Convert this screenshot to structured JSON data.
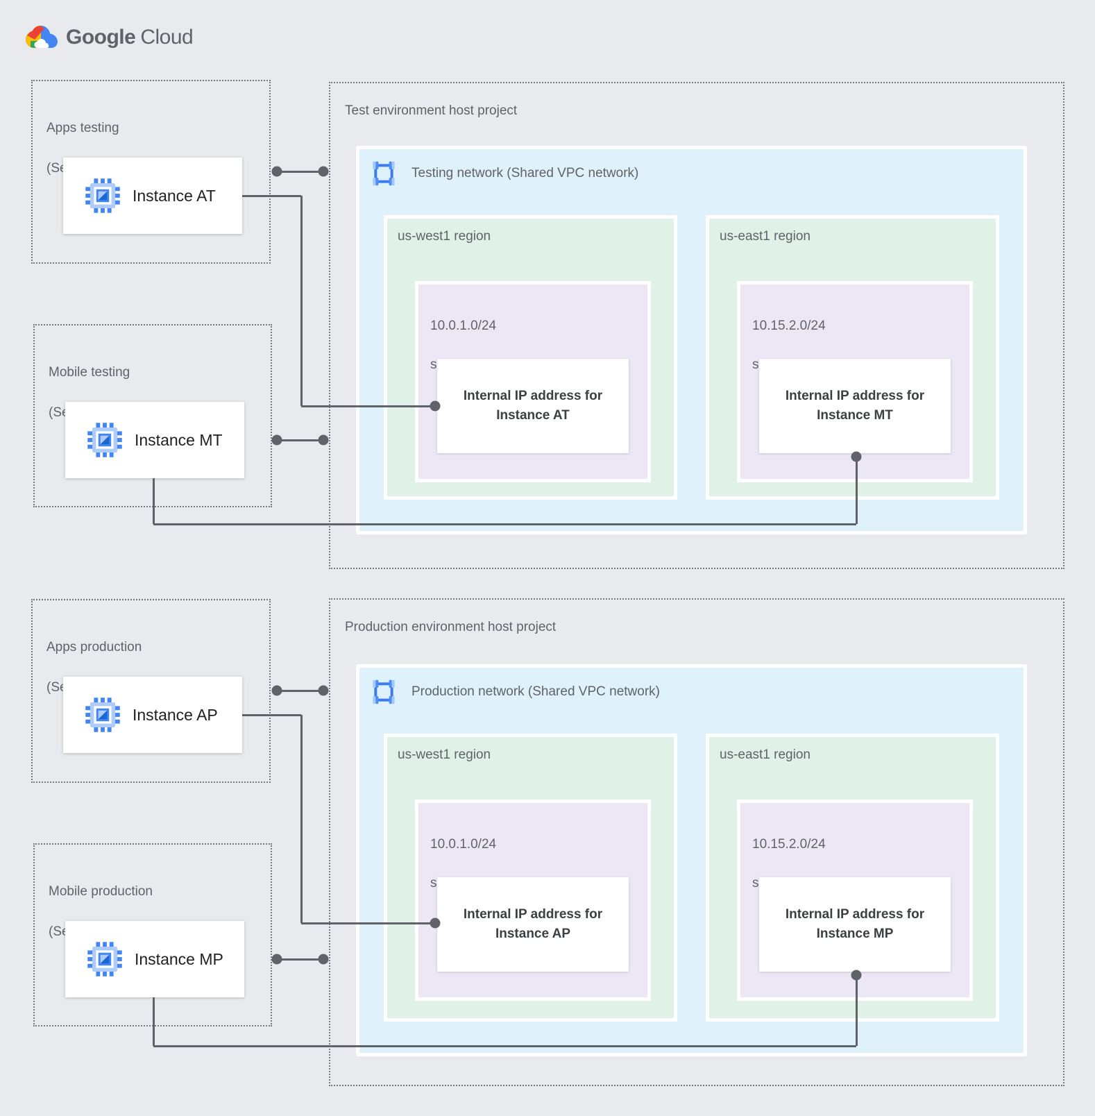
{
  "logo": {
    "brand": "Google",
    "product": "Cloud"
  },
  "colors": {
    "page_bg": "#E8EAED",
    "network_fill": "#DFF1FB",
    "region_fill": "#E0F1E8",
    "subnet_fill": "#EDE7F5",
    "connector": "#5F6368",
    "dashed_border": "#75797E",
    "label_text": "#5F6368",
    "card_title_text": "#3C4043",
    "instance_text": "#202124",
    "icon_blue": "#4285F4",
    "icon_blue_light": "#AECBFA",
    "icon_blue_dark": "#1967D2"
  },
  "sections": {
    "test": {
      "apps_project": {
        "line1": "Apps testing",
        "line2": "(Service project)",
        "instance_label": "Instance AT"
      },
      "mobile_project": {
        "line1": "Mobile testing",
        "line2": "(Service project)",
        "instance_label": "Instance MT"
      },
      "host_title": "Test environment host project",
      "network_label": "Testing network (Shared VPC network)",
      "regions": {
        "west": {
          "label": "us-west1 region",
          "cidr": "10.0.1.0/24",
          "subnet_word": "subnet",
          "ip_line1": "Internal IP address for",
          "ip_line2": "Instance AT"
        },
        "east": {
          "label": "us-east1 region",
          "cidr": "10.15.2.0/24",
          "subnet_word": "subnet",
          "ip_line1": "Internal IP address for",
          "ip_line2": "Instance MT"
        }
      }
    },
    "prod": {
      "apps_project": {
        "line1": "Apps production",
        "line2": "(Service project)",
        "instance_label": "Instance AP"
      },
      "mobile_project": {
        "line1": "Mobile production",
        "line2": "(Service project)",
        "instance_label": "Instance MP"
      },
      "host_title": "Production environment host project",
      "network_label": "Production network (Shared VPC network)",
      "regions": {
        "west": {
          "label": "us-west1 region",
          "cidr": "10.0.1.0/24",
          "subnet_word": "subnet",
          "ip_line1": "Internal IP address for",
          "ip_line2": "Instance AP"
        },
        "east": {
          "label": "us-east1 region",
          "cidr": "10.15.2.0/24",
          "subnet_word": "subnet",
          "ip_line1": "Internal IP address for",
          "ip_line2": "Instance MP"
        }
      }
    }
  }
}
